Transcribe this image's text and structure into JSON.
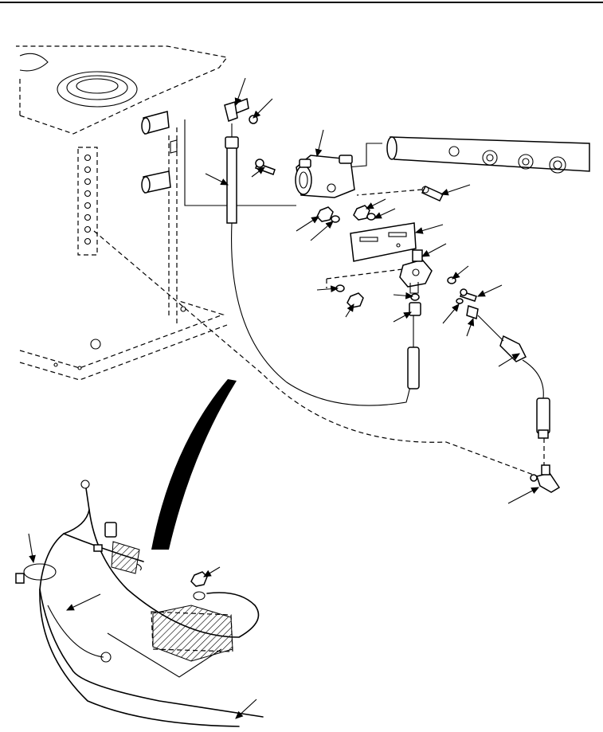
{
  "figure": {
    "kind": "exploded-parts-illustration",
    "text_labels": [],
    "icons": [
      "leader-arrow",
      "wire-harness",
      "hose",
      "valve-block",
      "mounting-bracket",
      "tee-fitting",
      "manifold",
      "nut",
      "washer",
      "bolt",
      "cable-tie"
    ]
  }
}
